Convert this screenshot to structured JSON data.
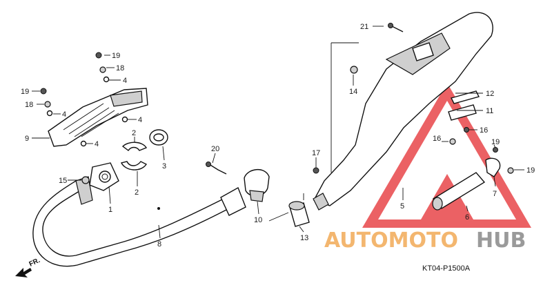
{
  "diagram": {
    "code": "KT04-P1500A",
    "front_marker": "FR.",
    "watermark": {
      "auto": "AUTOMOTO",
      "hub": "HUB",
      "colors": {
        "triangle": "#e8464a",
        "auto": "#f3b66f",
        "hub": "#9a9a9a"
      }
    },
    "callouts": {
      "c1": "1",
      "c2a": "2",
      "c2b": "2",
      "c3": "3",
      "c4a": "4",
      "c4b": "4",
      "c4c": "4",
      "c4d": "4",
      "c5": "5",
      "c6": "6",
      "c7": "7",
      "c8": "8",
      "c9": "9",
      "c10": "10",
      "c11": "11",
      "c12": "12",
      "c13": "13",
      "c14": "14",
      "c15": "15",
      "c16a": "16",
      "c16b": "16",
      "c17": "17",
      "c18a": "18",
      "c18b": "18",
      "c19a": "19",
      "c19b": "19",
      "c19c": "19",
      "c19d": "19",
      "c20": "20",
      "c21": "21"
    }
  }
}
